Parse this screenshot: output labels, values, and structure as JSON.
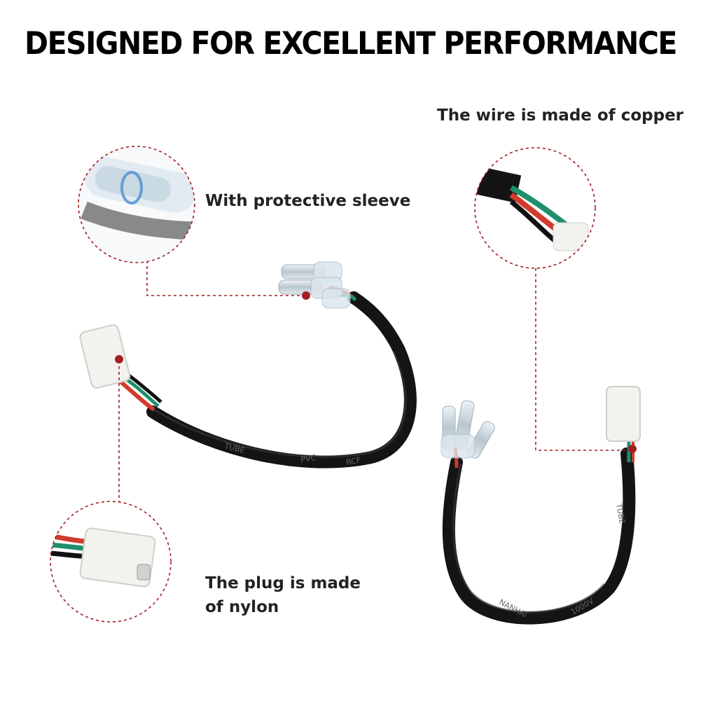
{
  "headline": "DESIGNED FOR EXCELLENT PERFORMANCE",
  "callouts": {
    "copper": "The wire is made of copper",
    "sleeve": "With protective sleeve",
    "plug_line1": "The plug is made",
    "plug_line2": "of nylon"
  },
  "cable_prints": {
    "left_jacket": [
      "PVC",
      "TUBE",
      "RCF"
    ],
    "right_jacket": [
      "NANHAI",
      "1000V",
      "TUBE"
    ]
  },
  "colors": {
    "accent": "#a31f24",
    "dashed_line": "#a31f24",
    "cable_jacket": "#141414",
    "wire_red": "#d23a2a",
    "wire_green": "#1f8f6e",
    "nylon_plug": "#f2f2ee",
    "terminal_metal": "#c9d6de"
  }
}
